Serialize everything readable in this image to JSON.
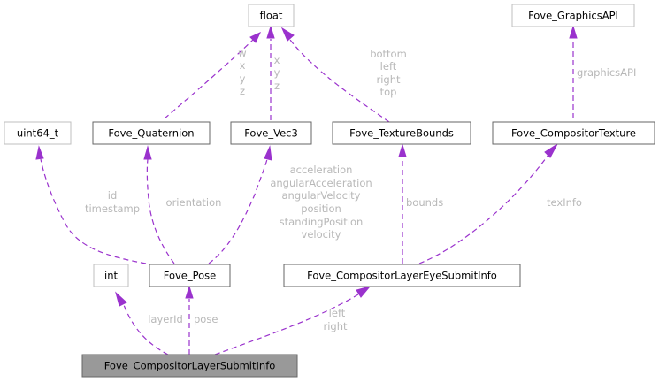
{
  "diagram": {
    "title": "Fove_CompositorLayerSubmitInfo collaboration graph",
    "colors": {
      "edge": "#9a32cd",
      "label": "#b8b8b8",
      "root_fill": "#999999",
      "struct_border": "#666666",
      "builtin_border": "#bfbfbf"
    },
    "nodes": {
      "float": {
        "label": "float"
      },
      "graphics_api": {
        "label": "Fove_GraphicsAPI"
      },
      "uint64": {
        "label": "uint64_t"
      },
      "quaternion": {
        "label": "Fove_Quaternion"
      },
      "vec3": {
        "label": "Fove_Vec3"
      },
      "texture_bounds": {
        "label": "Fove_TextureBounds"
      },
      "compositor_texture": {
        "label": "Fove_CompositorTexture"
      },
      "int": {
        "label": "int"
      },
      "pose": {
        "label": "Fove_Pose"
      },
      "eye_submit_info": {
        "label": "Fove_CompositorLayerEyeSubmitInfo"
      },
      "layer_submit_info": {
        "label": "Fove_CompositorLayerSubmitInfo"
      }
    },
    "edges": {
      "quaternion_float": [
        "w",
        "x",
        "y",
        "z"
      ],
      "vec3_float": [
        "x",
        "y",
        "z"
      ],
      "bounds_float": [
        "bottom",
        "left",
        "right",
        "top"
      ],
      "texture_api": [
        "graphicsAPI"
      ],
      "pose_uint64": [
        "id",
        "timestamp"
      ],
      "pose_quaternion": [
        "orientation"
      ],
      "pose_vec3": [
        "acceleration",
        "angularAcceleration",
        "angularVelocity",
        "position",
        "standingPosition",
        "velocity"
      ],
      "eye_bounds": [
        "bounds"
      ],
      "eye_texture": [
        "texInfo"
      ],
      "layer_int": [
        "layerId"
      ],
      "layer_pose": [
        "pose"
      ],
      "layer_eye": [
        "left",
        "right"
      ]
    }
  }
}
